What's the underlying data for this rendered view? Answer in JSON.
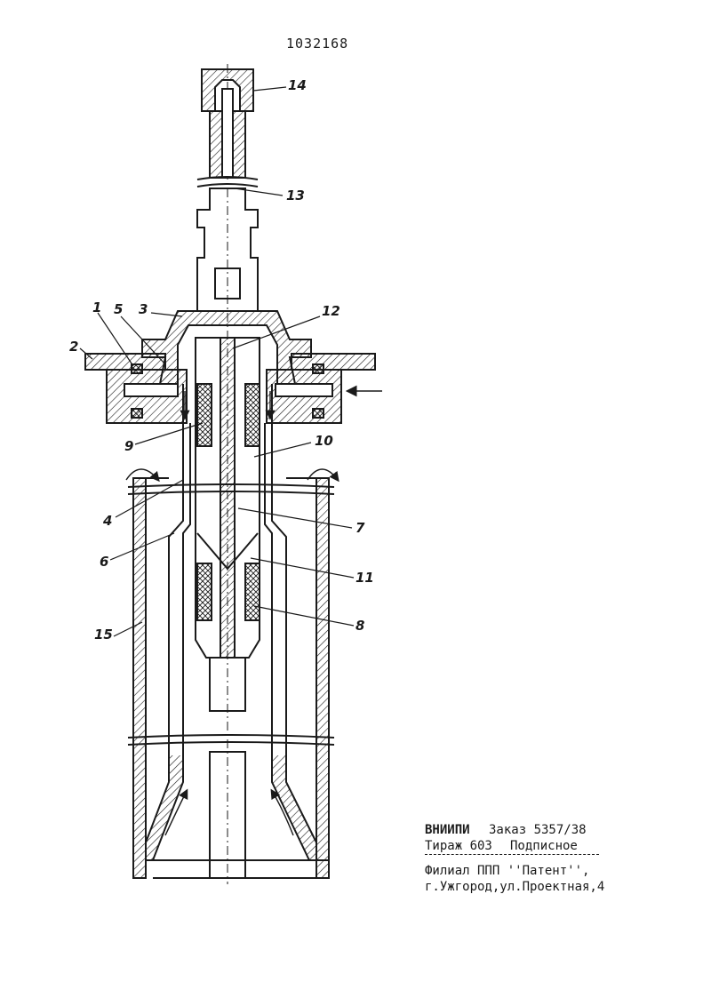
{
  "patent_number": "1032168",
  "callouts": {
    "c1": "1",
    "c2": "2",
    "c3": "3",
    "c4": "4",
    "c5": "5",
    "c6": "6",
    "c7": "7",
    "c8": "8",
    "c9": "9",
    "c10": "10",
    "c11": "11",
    "c12": "12",
    "c13": "13",
    "c14": "14",
    "c15": "15"
  },
  "imprint": {
    "org": "ВНИИПИ",
    "order": "Заказ 5357/38",
    "circulation": "Тираж 603",
    "subscription": "Подписное",
    "branch": "Филиал ППП ''Патент'',",
    "address": "г.Ужгород,ул.Проектная,4"
  }
}
